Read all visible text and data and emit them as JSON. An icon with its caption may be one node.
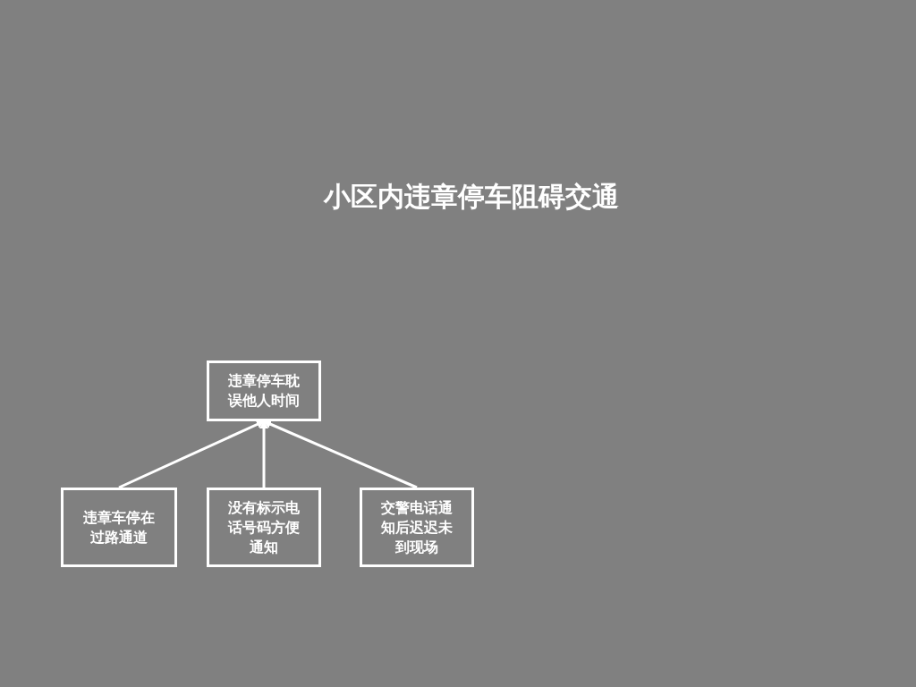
{
  "diagram": {
    "title": "小区内违章停车阻碍交通",
    "nodes": [
      {
        "text": [
          "违章停车耽误他人时间"
        ]
      },
      {
        "text": [
          "违章车停在过路通道"
        ]
      },
      {
        "text": [
          "没有标示电话号码方便通知"
        ]
      },
      {
        "text": [
          "交警电话通知后迟迟未到现场"
        ]
      }
    ],
    "edges": [
      {
        "from": 1,
        "to": 0,
        "arrow": "to"
      },
      {
        "from": 2,
        "to": 0,
        "arrow": "to"
      },
      {
        "from": 3,
        "to": 0,
        "arrow": "to"
      }
    ]
  }
}
